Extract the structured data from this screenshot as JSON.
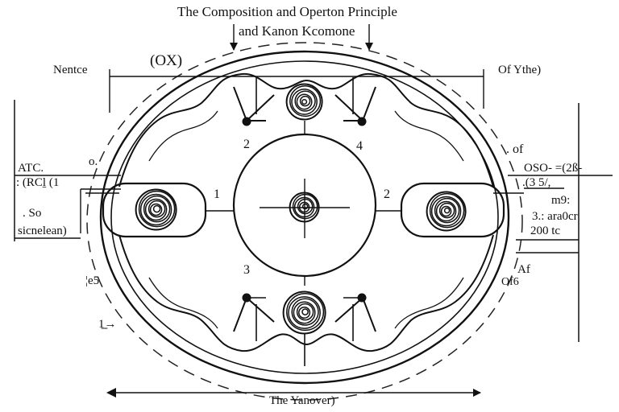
{
  "title": {
    "line1": "The Composition and Operton Principle",
    "line2": "and Kanon Kcomone"
  },
  "labels": {
    "top_left_ox": "(OX)",
    "left_header": "Nentce",
    "right_header": "Of Ythe)",
    "left_atc": "ATC.",
    "left_rcl": ": (RCḻ  (1",
    "left_o": "o.",
    "left_so": ". So",
    "left_sicnelean": "sicnelean)",
    "left_e5": "¦e5",
    "left_ltr": "1̲̲̲→",
    "right_of": ". of",
    "right_oso": "OSO-  =(2ß-",
    "right_35": ".(3 5/,",
    "right_m9": "m9:",
    "right_3ara": "3.: ara0cr",
    "right_200": "200 tc",
    "right_af": "Af",
    "right_6": "Of6",
    "num_1": "1",
    "num_2_top": "2",
    "num_2_right": "2",
    "num_3": "3",
    "num_4": "4",
    "bottom_caption": "The Yanover)"
  }
}
